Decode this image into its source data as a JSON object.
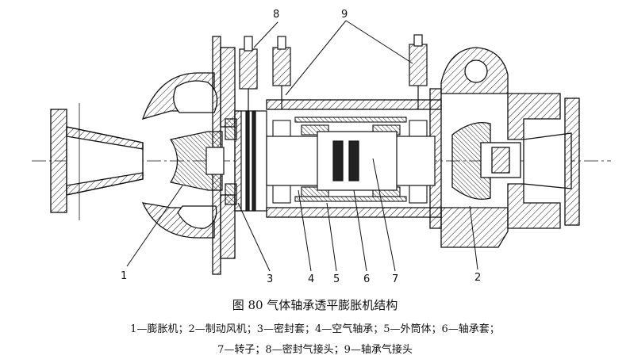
{
  "figure": {
    "title": "图 80   气体轴承透平膨胀机结构",
    "legend_line1": "1—膨胀机；2—制动风机；3—密封套；4—空气轴承；5—外筒体；6—轴承套；",
    "legend_line2": "7—转子；8—密封气接头；9—轴承气接头"
  },
  "callouts": {
    "c1": "1",
    "c2": "2",
    "c3": "3",
    "c4": "4",
    "c5": "5",
    "c6": "6",
    "c7": "7",
    "c8": "8",
    "c9": "9"
  },
  "colors": {
    "line": "#111111",
    "background": "#ffffff"
  }
}
